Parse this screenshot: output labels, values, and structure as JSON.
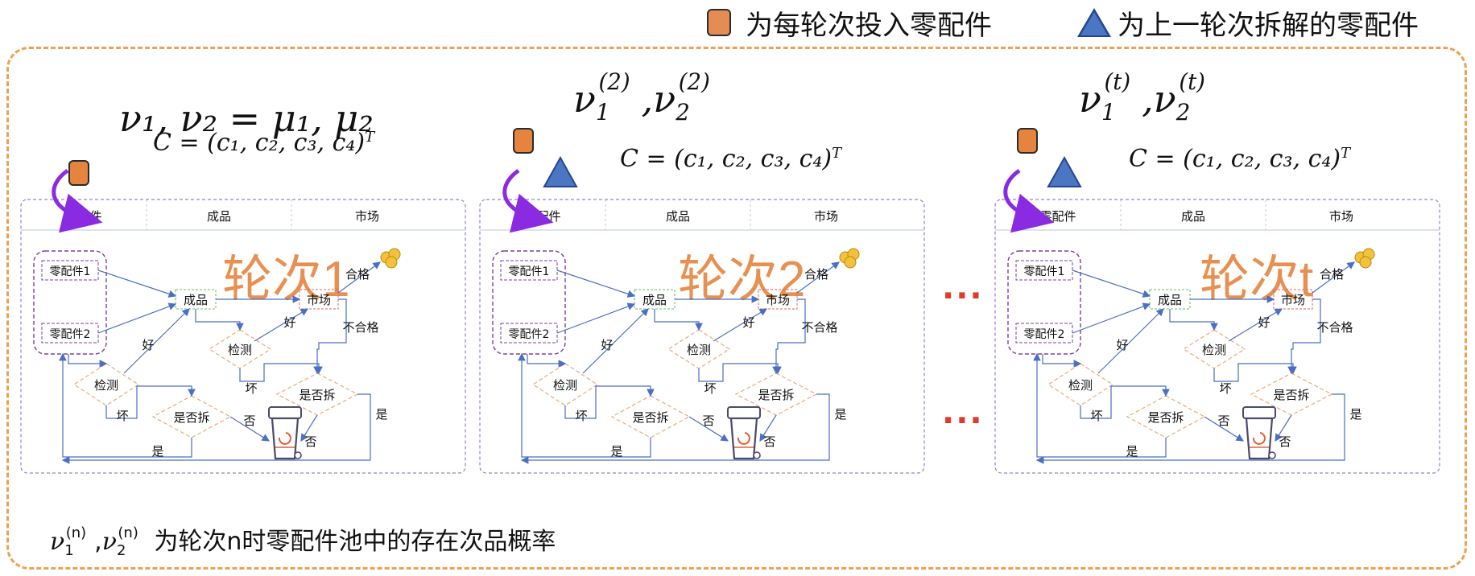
{
  "legend": {
    "square_label": "为每轮次投入零配件",
    "triangle_label": "为上一轮次拆解的零配件"
  },
  "rounds": [
    {
      "label": "轮次1",
      "prob_main": "ν",
      "prob_sup": "",
      "prob_equals": "= μ",
      "cost_main": "C = (c",
      "cost_tail": ")",
      "cost_sup": "T",
      "show_triangle": false
    },
    {
      "label": "轮次2",
      "prob_sup": "(2)",
      "show_triangle": true
    },
    {
      "label": "轮次t",
      "prob_sup": "(t)",
      "show_triangle": true
    }
  ],
  "probs": {
    "r1": "ν₁, ν₂ = μ₁, μ₂",
    "r2_prefix": "ν",
    "r2_sup": "(2)",
    "rt_sup": "(t)",
    "sub1": "1",
    "sub2": "2"
  },
  "cost_formula": "C = (c₁, c₂, c₃, c₄)",
  "cost_sup": "T",
  "flow": {
    "lanes": [
      "零配件",
      "成品",
      "市场"
    ],
    "part1": "零配件1",
    "part2": "零配件2",
    "product": "成品",
    "market": "市场",
    "inspect": "检测",
    "dismantle": "是否拆",
    "good": "好",
    "bad": "坏",
    "pass": "合格",
    "fail": "不合格",
    "yes": "是",
    "no": "否"
  },
  "ellipsis": "···",
  "footnote": {
    "nu": "ν",
    "sup": "(n)",
    "sub1": "1",
    "sub2": "2",
    "text": "为轮次n时零配件池中的存在次品概率"
  },
  "colors": {
    "accent_orange": "#e5843f",
    "frame_dash": "#f0a050",
    "flow_blue": "#4a6fc4",
    "lane_border": "#9b7fd0",
    "part_border": "#7a3fa8",
    "diamond_border": "#f0a878",
    "ellipsis_red": "#e03a2a",
    "purple_arrow": "#8a2be2"
  }
}
